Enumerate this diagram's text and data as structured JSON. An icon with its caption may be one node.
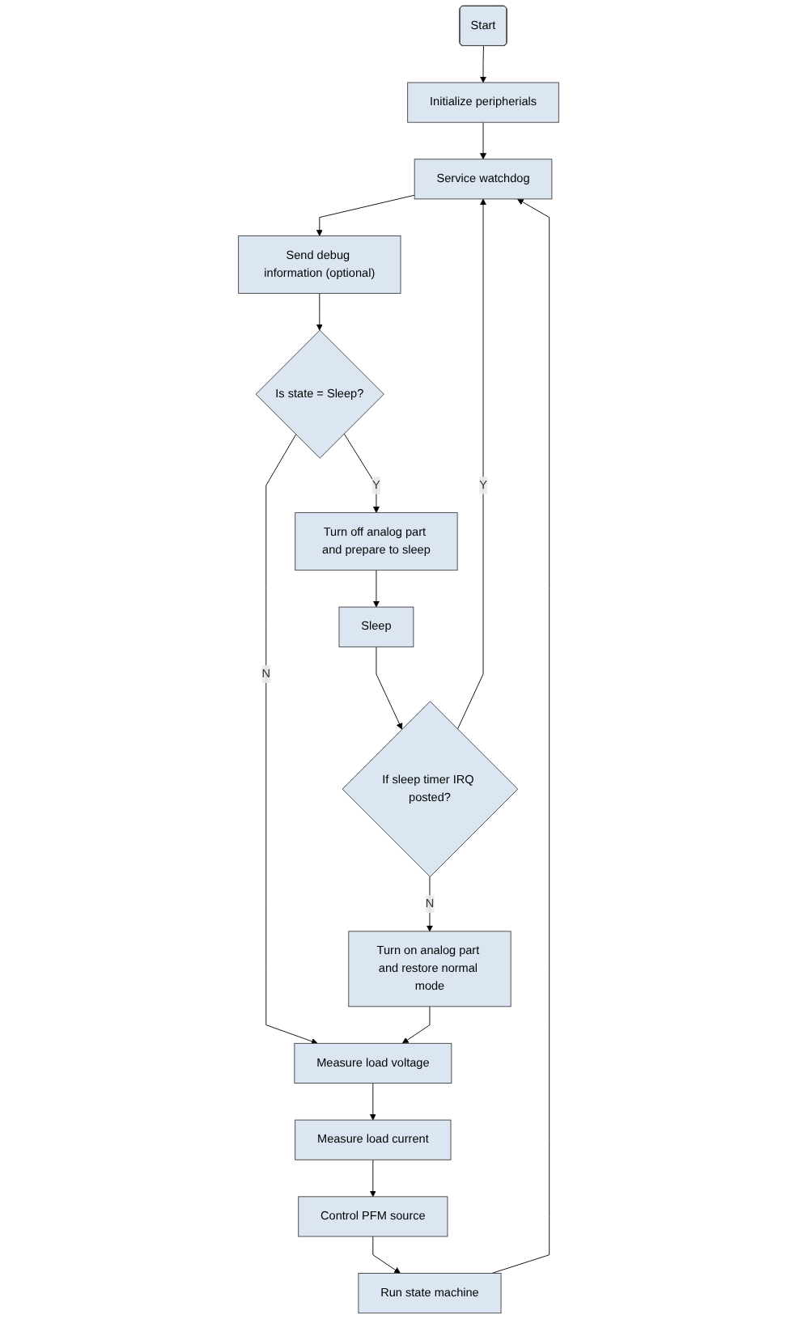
{
  "diagram": {
    "nodes": [
      {
        "text": [
          "Start"
        ]
      },
      {
        "text": [
          "Initialize peripherials"
        ]
      },
      {
        "text": [
          "Service watchdog"
        ]
      },
      {
        "text": [
          "Send debug information (optional)"
        ]
      },
      {
        "text": [
          "Is state = Sleep?"
        ]
      },
      {
        "text": [
          "Turn off analog part and prepare to sleep"
        ]
      },
      {
        "text": [
          "Measure load voltage"
        ]
      },
      {
        "text": [
          "Sleep"
        ]
      },
      {
        "text": [
          "If sleep timer IRQ posted?"
        ]
      },
      {
        "text": [
          "Measure load current"
        ]
      },
      {
        "text": [
          "Turn on analog part and restore normal mode"
        ]
      },
      {
        "text": [
          "Control PFM source"
        ]
      },
      {
        "text": [
          "Run state machine"
        ]
      }
    ],
    "edges": [
      {
        "from": 0,
        "to": 1,
        "arrow": "to"
      },
      {
        "from": 1,
        "to": 2,
        "arrow": "to"
      },
      {
        "from": 2,
        "to": 3,
        "arrow": "to"
      },
      {
        "from": 3,
        "to": 4,
        "arrow": "to"
      },
      {
        "from": 4,
        "to": 5,
        "arrow": "to",
        "label": "Y"
      },
      {
        "from": 4,
        "to": 6,
        "arrow": "to",
        "label": "N"
      },
      {
        "from": 5,
        "to": 7,
        "arrow": "to"
      },
      {
        "from": 7,
        "to": 8,
        "arrow": "to"
      },
      {
        "from": 8,
        "to": 2,
        "arrow": "to",
        "label": "Y"
      },
      {
        "from": 8,
        "to": 10,
        "arrow": "to",
        "label": "N"
      },
      {
        "from": 10,
        "to": 6,
        "arrow": "to"
      },
      {
        "from": 6,
        "to": 9,
        "arrow": "to"
      },
      {
        "from": 9,
        "to": 11,
        "arrow": "to"
      },
      {
        "from": 11,
        "to": 12,
        "arrow": "to"
      },
      {
        "from": 12,
        "to": 2,
        "arrow": "to"
      }
    ]
  }
}
